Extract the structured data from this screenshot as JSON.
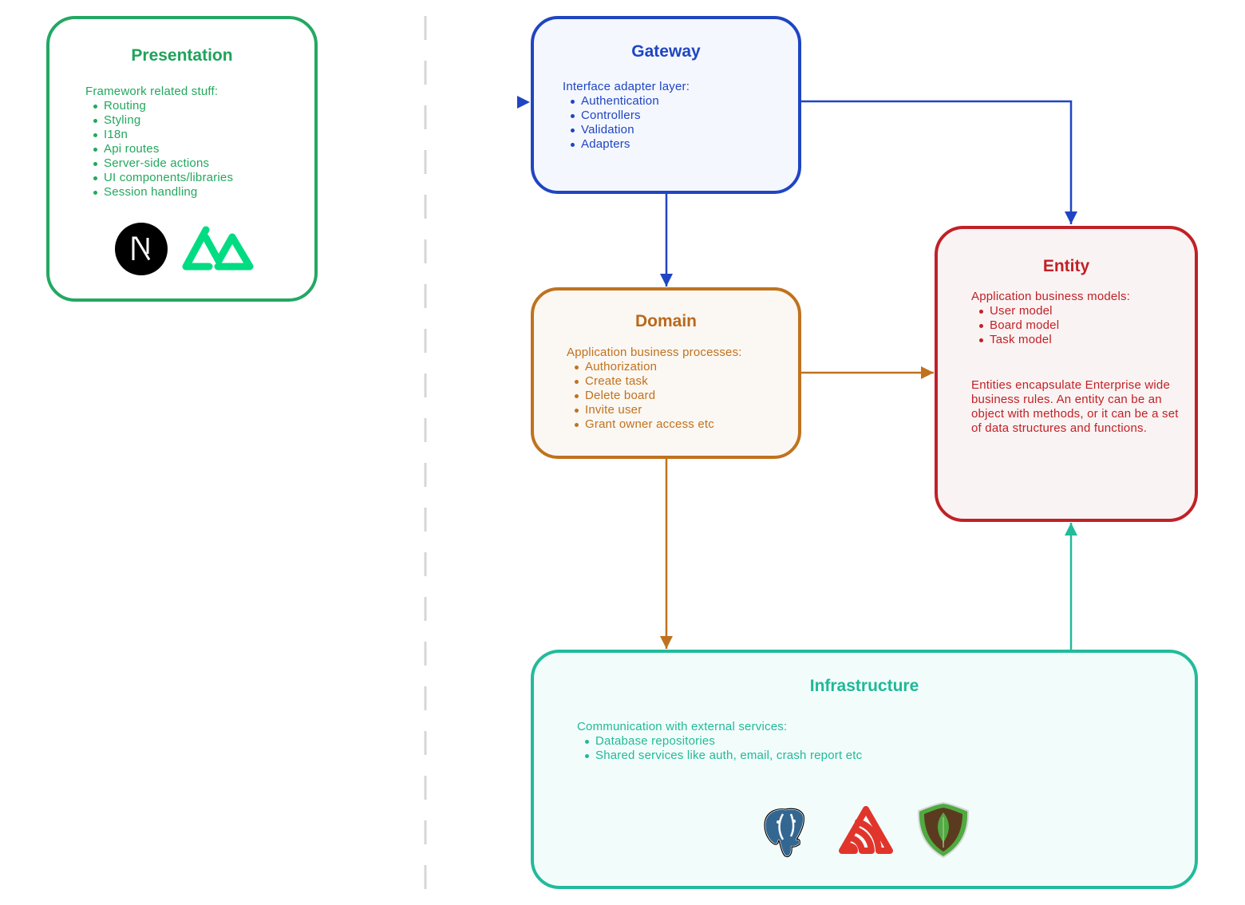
{
  "colors": {
    "presentation": "#23a862",
    "gateway": "#1f45c2",
    "domain": "#c0721e",
    "entity": "#c02127",
    "infrastructure": "#22bb9b",
    "divider": "#d6d6d6"
  },
  "presentation": {
    "title": "Presentation",
    "intro": "Framework related stuff:",
    "items": [
      "Routing",
      "Styling",
      "I18n",
      "Api routes",
      "Server-side actions",
      "UI components/libraries",
      "Session handling"
    ],
    "logos": [
      "nextjs-logo",
      "nuxt-logo"
    ]
  },
  "gateway": {
    "title": "Gateway",
    "intro": "Interface adapter layer:",
    "items": [
      "Authentication",
      "Controllers",
      "Validation",
      "Adapters"
    ]
  },
  "domain": {
    "title": "Domain",
    "intro": "Application business processes:",
    "items": [
      "Authorization",
      "Create task",
      "Delete board",
      "Invite user",
      "Grant owner access etc"
    ]
  },
  "entity": {
    "title": "Entity",
    "intro": "Application business models:",
    "items": [
      "User model",
      "Board model",
      "Task model"
    ],
    "note": "Entities encapsulate Enterprise wide business rules. An entity can be an object with methods, or it can be a set of data structures and functions."
  },
  "infrastructure": {
    "title": "Infrastructure",
    "intro": "Communication with external services:",
    "items": [
      "Database repositories",
      "Shared services like auth, email, crash report etc"
    ],
    "logos": [
      "postgresql-logo",
      "sentry-logo",
      "mongodb-logo"
    ]
  }
}
